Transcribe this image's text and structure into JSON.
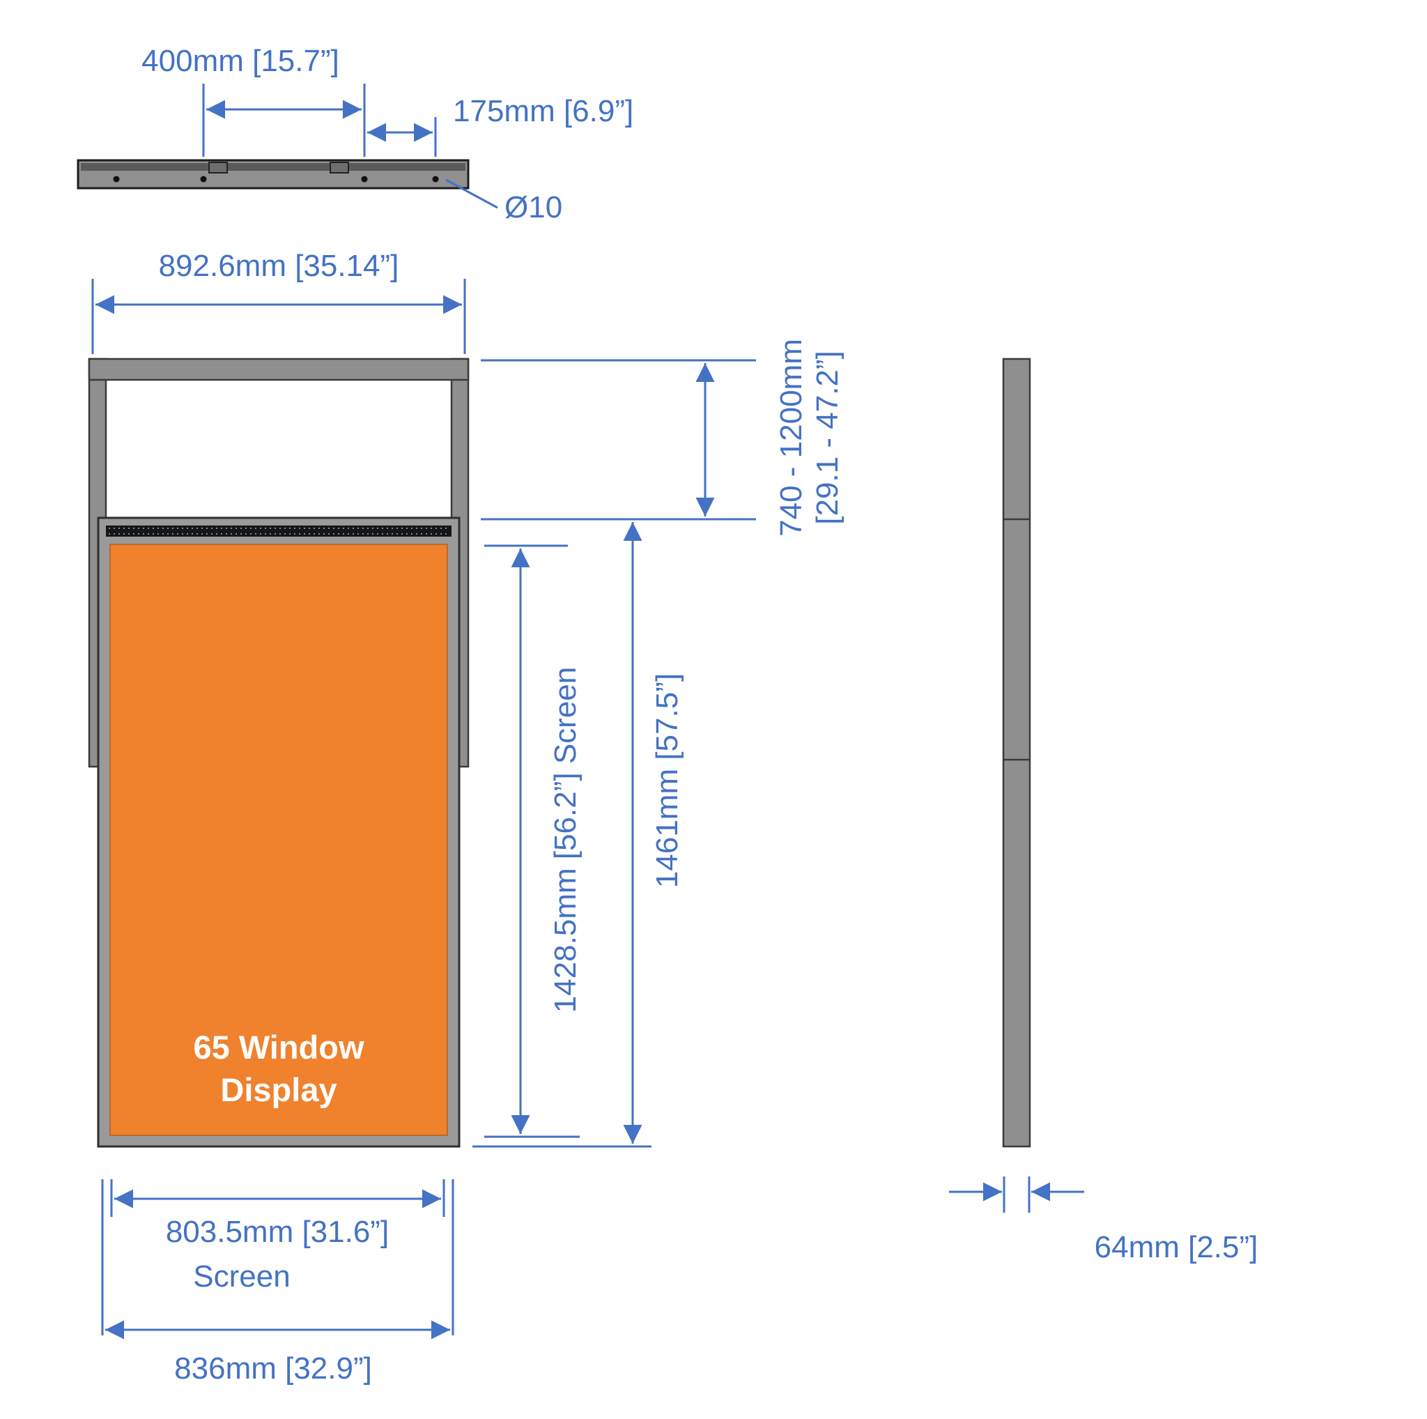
{
  "colors": {
    "dimension_blue": "#4472C4",
    "screen_orange": "#F0812D",
    "frame_gray": "#8F8F8F"
  },
  "top_view": {
    "dim_hole_spacing": "400mm [15.7”]",
    "dim_hole_offset": "175mm [6.9”]",
    "hole_diameter_callout": "Ø10"
  },
  "front_view": {
    "dim_overall_width": "892.6mm [35.14”]",
    "dim_hanging_range_line1": "740  - 1200mm",
    "dim_hanging_range_line2": "[29.1 - 47.2”]",
    "dim_screen_height": "1428.5mm [56.2”] Screen",
    "dim_total_height": "1461mm [57.5”]",
    "dim_screen_width": "803.5mm [31.6”]",
    "screen_width_caption": "Screen",
    "dim_overall_width_bottom": "836mm [32.9”]",
    "screen_label_line1": "65 Window",
    "screen_label_line2": "Display"
  },
  "side_view": {
    "dim_depth": "64mm [2.5”]"
  }
}
